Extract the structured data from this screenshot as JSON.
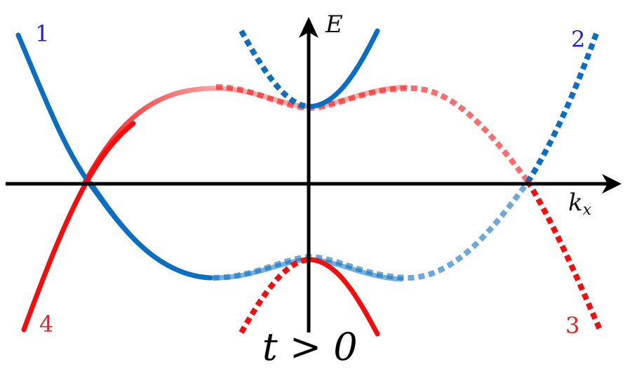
{
  "axes": {
    "y_label": "E",
    "x_label_main": "k",
    "x_label_sub": "x"
  },
  "bands": [
    {
      "label": "1",
      "color": "#1f1fd6"
    },
    {
      "label": "2",
      "color": "#1f1fd6"
    },
    {
      "label": "3",
      "color": "#e8201c"
    },
    {
      "label": "4",
      "color": "#e8201c"
    }
  ],
  "caption": "t > 0",
  "colors": {
    "blue": "#0a6fc2",
    "red": "#f40d0d",
    "axis": "#000000"
  }
}
